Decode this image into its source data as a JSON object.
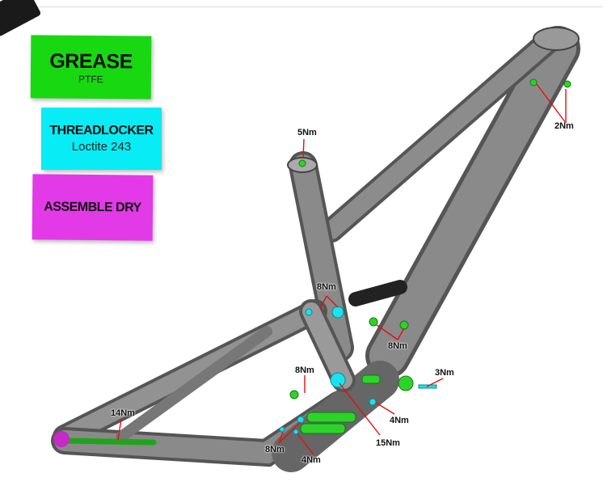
{
  "legend": {
    "grease": {
      "title": "GREASE",
      "subtitle": "PTFE",
      "color": "#18d812"
    },
    "threadlocker": {
      "title": "THREADLOCKER",
      "subtitle": "Loctite 243",
      "color": "#08ecf5"
    },
    "assemble_dry": {
      "title": "ASSEMBLE DRY",
      "color": "#e23ae6"
    }
  },
  "torque_labels": {
    "seat_clamp": "5Nm",
    "headtube": "2Nm",
    "link_upper": "8Nm",
    "shock_mount": "8Nm",
    "axle_bolt": "3Nm",
    "link_side": "8Nm",
    "lower_small": "4Nm",
    "main_pivot": "15Nm",
    "rear_axle": "14Nm",
    "dropout_pair": "8Nm",
    "bb_small": "4Nm"
  }
}
